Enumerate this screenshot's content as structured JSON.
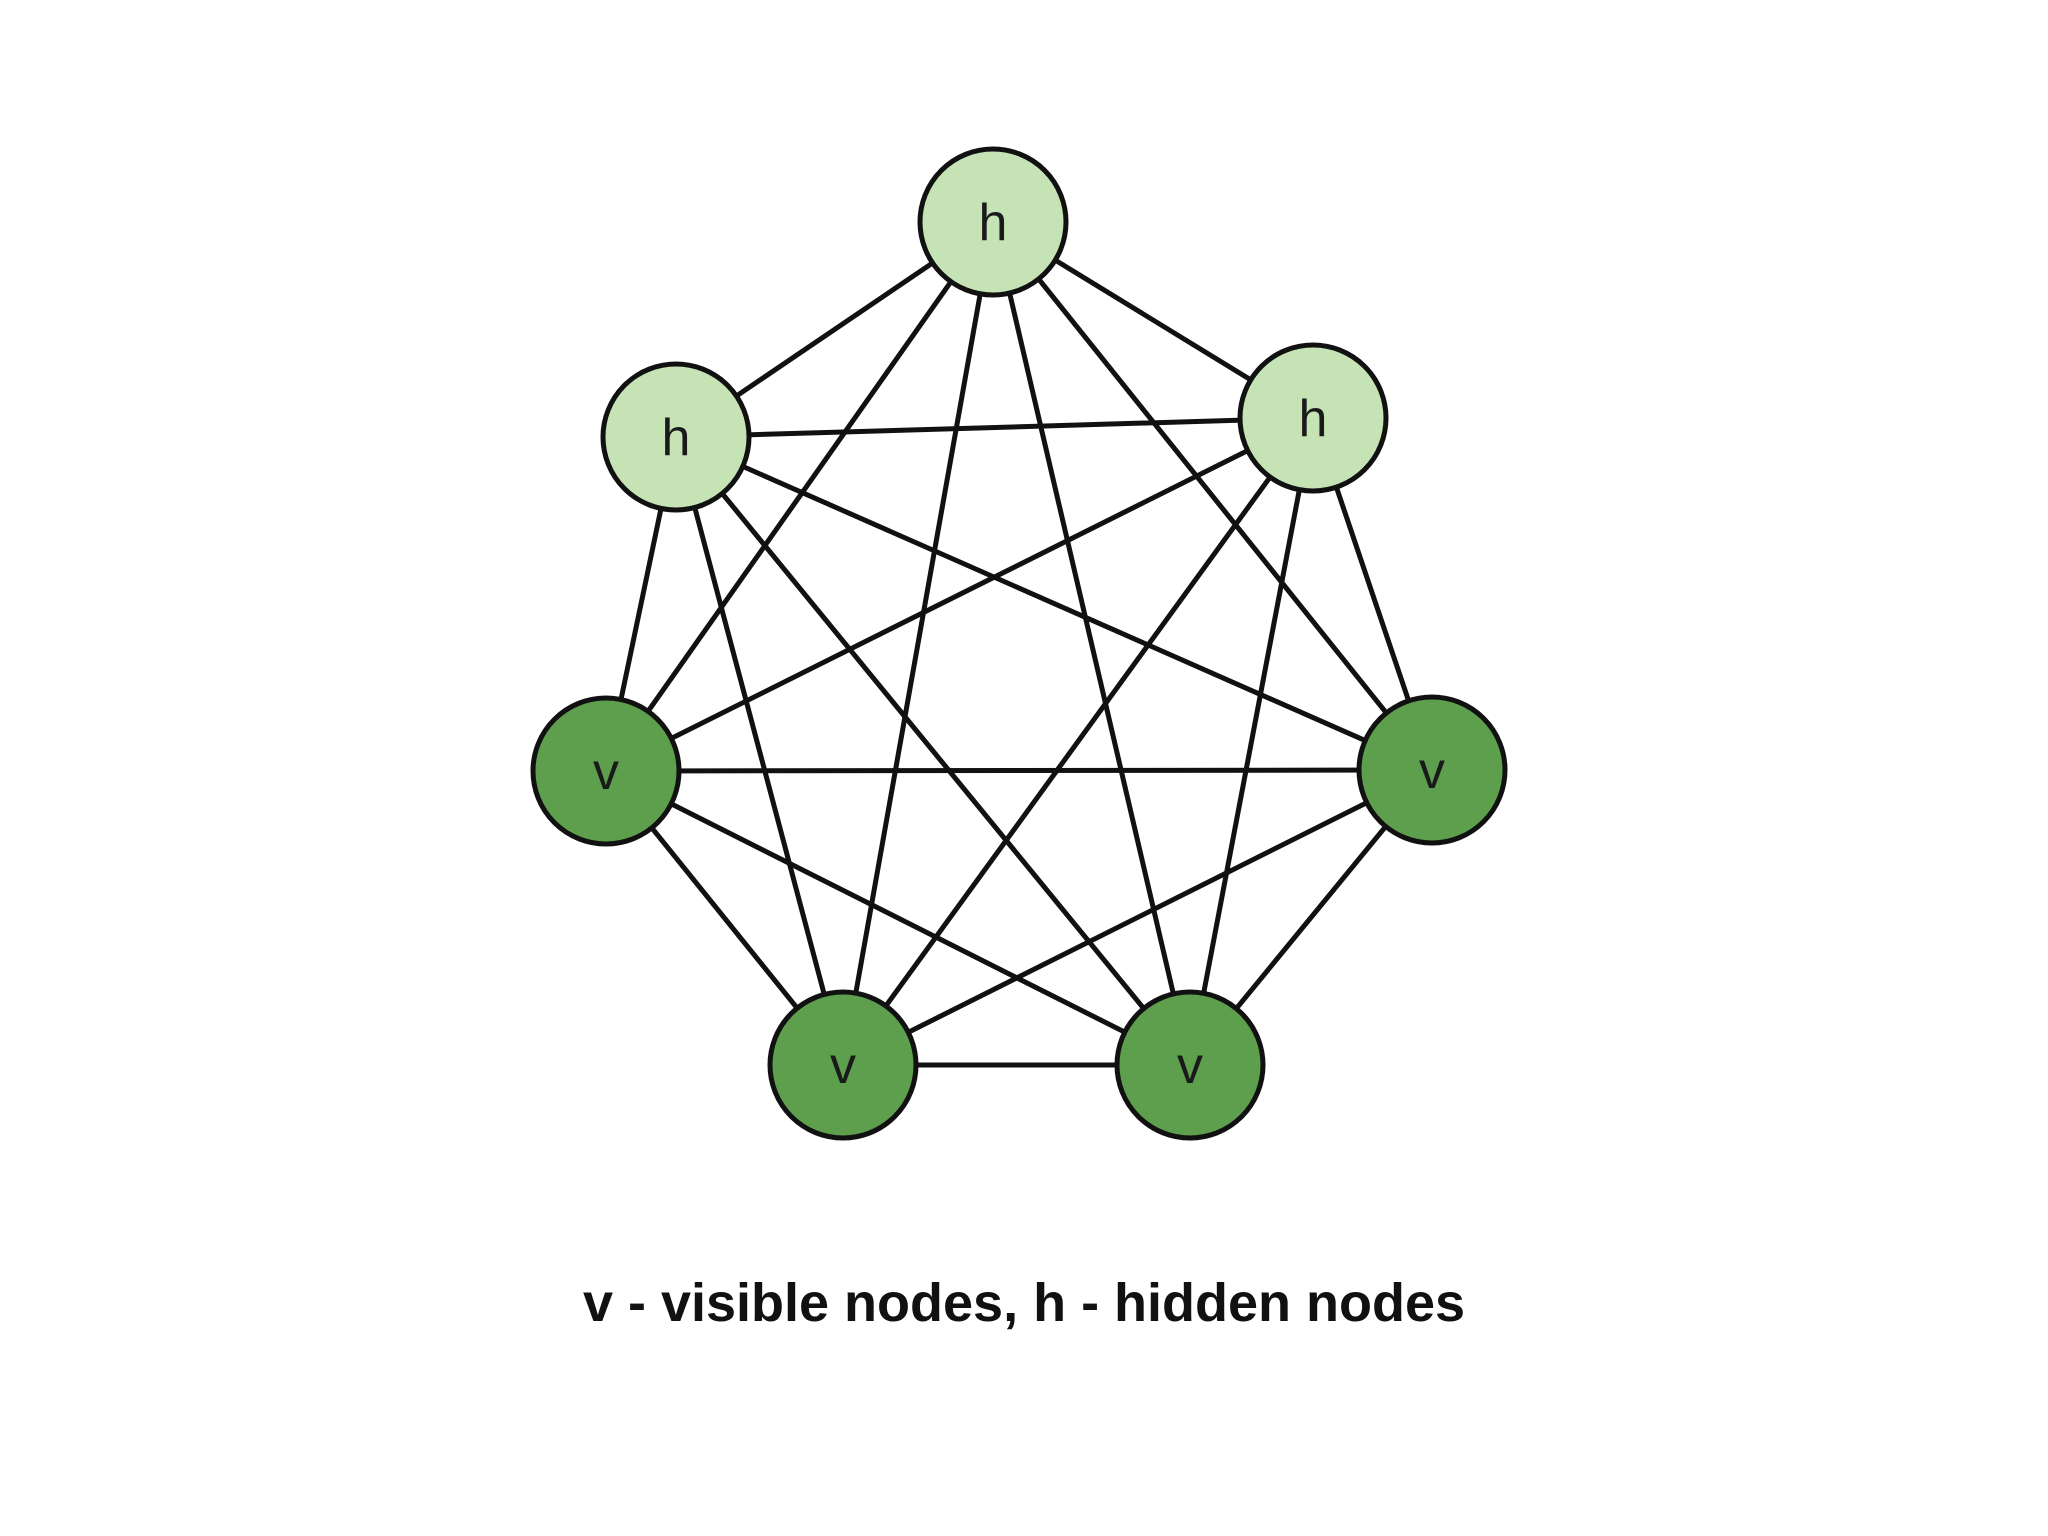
{
  "diagram": {
    "caption": "v - visible nodes, h - hidden nodes",
    "colors": {
      "hidden_fill": "#c6e3b5",
      "visible_fill": "#5e9f4e",
      "stroke": "#111111",
      "edge": "#111111",
      "background": "#ffffff"
    },
    "nodes": [
      {
        "id": "h-top",
        "label": "h",
        "type": "hidden"
      },
      {
        "id": "h-upper-left",
        "label": "h",
        "type": "hidden"
      },
      {
        "id": "h-upper-right",
        "label": "h",
        "type": "hidden"
      },
      {
        "id": "v-left",
        "label": "v",
        "type": "visible"
      },
      {
        "id": "v-right",
        "label": "v",
        "type": "visible"
      },
      {
        "id": "v-bottom-left",
        "label": "v",
        "type": "visible"
      },
      {
        "id": "v-bottom-right",
        "label": "v",
        "type": "visible"
      }
    ],
    "edges": "complete"
  }
}
